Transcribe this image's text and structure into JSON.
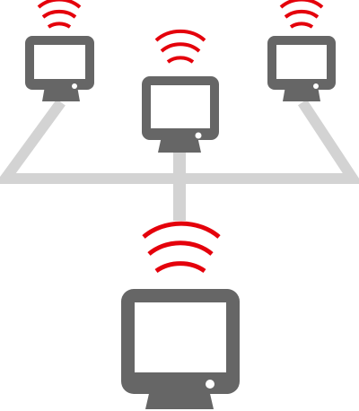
{
  "colors": {
    "background": "#ffffff",
    "monitor_body": "#666666",
    "screen": "#ffffff",
    "power_led": "#ffffff",
    "connector": "#d3d3d3",
    "wifi_signal": "#e4000b"
  },
  "icons": {
    "node": "monitor-icon",
    "signal": "wifi-signal-icon",
    "link": "network-cable"
  },
  "diagram": {
    "kind": "network topology",
    "client_count": 3,
    "hub_count": 1,
    "wifi_arc_count": 3
  }
}
